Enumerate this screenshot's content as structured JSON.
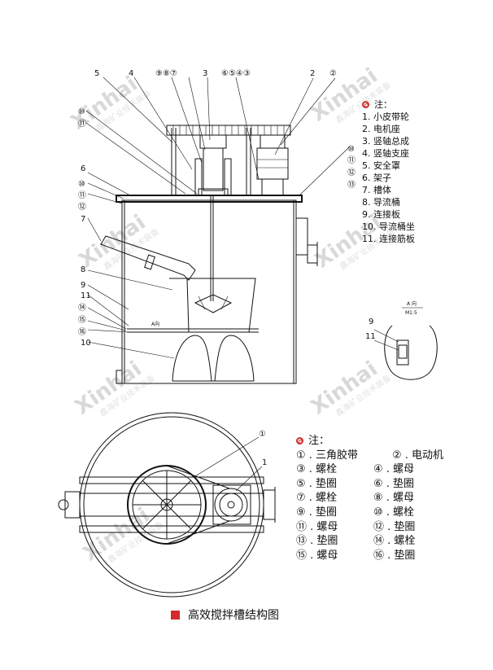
{
  "watermark": {
    "brand": "Xinhai",
    "tagline": "鑫海矿业技术装备"
  },
  "top_view_labels": {
    "l5": "5",
    "l4": "4",
    "l987": "⑨⑧⑦",
    "l3": "3",
    "l6543": "⑥⑤④③",
    "l2": "2",
    "l2c": "②",
    "l10": "⑩",
    "l11": "⑪",
    "l6": "6",
    "l10b": "⑩",
    "l11b": "⑪",
    "l12b": "⑫",
    "l7": "7",
    "l8": "8",
    "l9": "9",
    "l11c": "11",
    "l14": "⑭",
    "l15": "⑮",
    "l16": "⑯",
    "l10c": "10",
    "r10": "⑩",
    "r11": "⑪",
    "r12": "⑫",
    "r13": "⑬"
  },
  "section_note": {
    "title": "A 向",
    "scale": "M1:5",
    "l9": "9",
    "l11": "11",
    "cut": "A向"
  },
  "bottom_view_labels": {
    "l1c": "①",
    "l1": "1"
  },
  "legend1": {
    "title": "注：",
    "items": [
      "1.  小皮带轮",
      "2.  电机座",
      "3.  竖轴总成",
      "4.  竖轴支座",
      "5.  安全罩",
      "6.  架子",
      "7.  槽体",
      "8.  导流桶",
      "9.  连接板",
      "10.  导流桶坐",
      "11.  连接筋板"
    ]
  },
  "legend2": {
    "title": "注：",
    "rows": [
      [
        "①  .  三角胶带",
        "②  .  电动机"
      ],
      [
        "③  .  螺栓",
        "④  .  螺母"
      ],
      [
        "⑤  .  垫圈",
        "⑥  .  垫圈"
      ],
      [
        "⑦  .  螺栓",
        "⑧  .  螺母"
      ],
      [
        "⑨  .  垫圈",
        "⑩  .  螺栓"
      ],
      [
        "⑪  .  螺母",
        "⑫  .  垫圈"
      ],
      [
        "⑬  .  垫圈",
        "⑭  .  螺栓"
      ],
      [
        "⑮  .  螺母",
        "⑯  .  垫圈"
      ]
    ]
  },
  "caption": "高效搅拌槽结构图"
}
